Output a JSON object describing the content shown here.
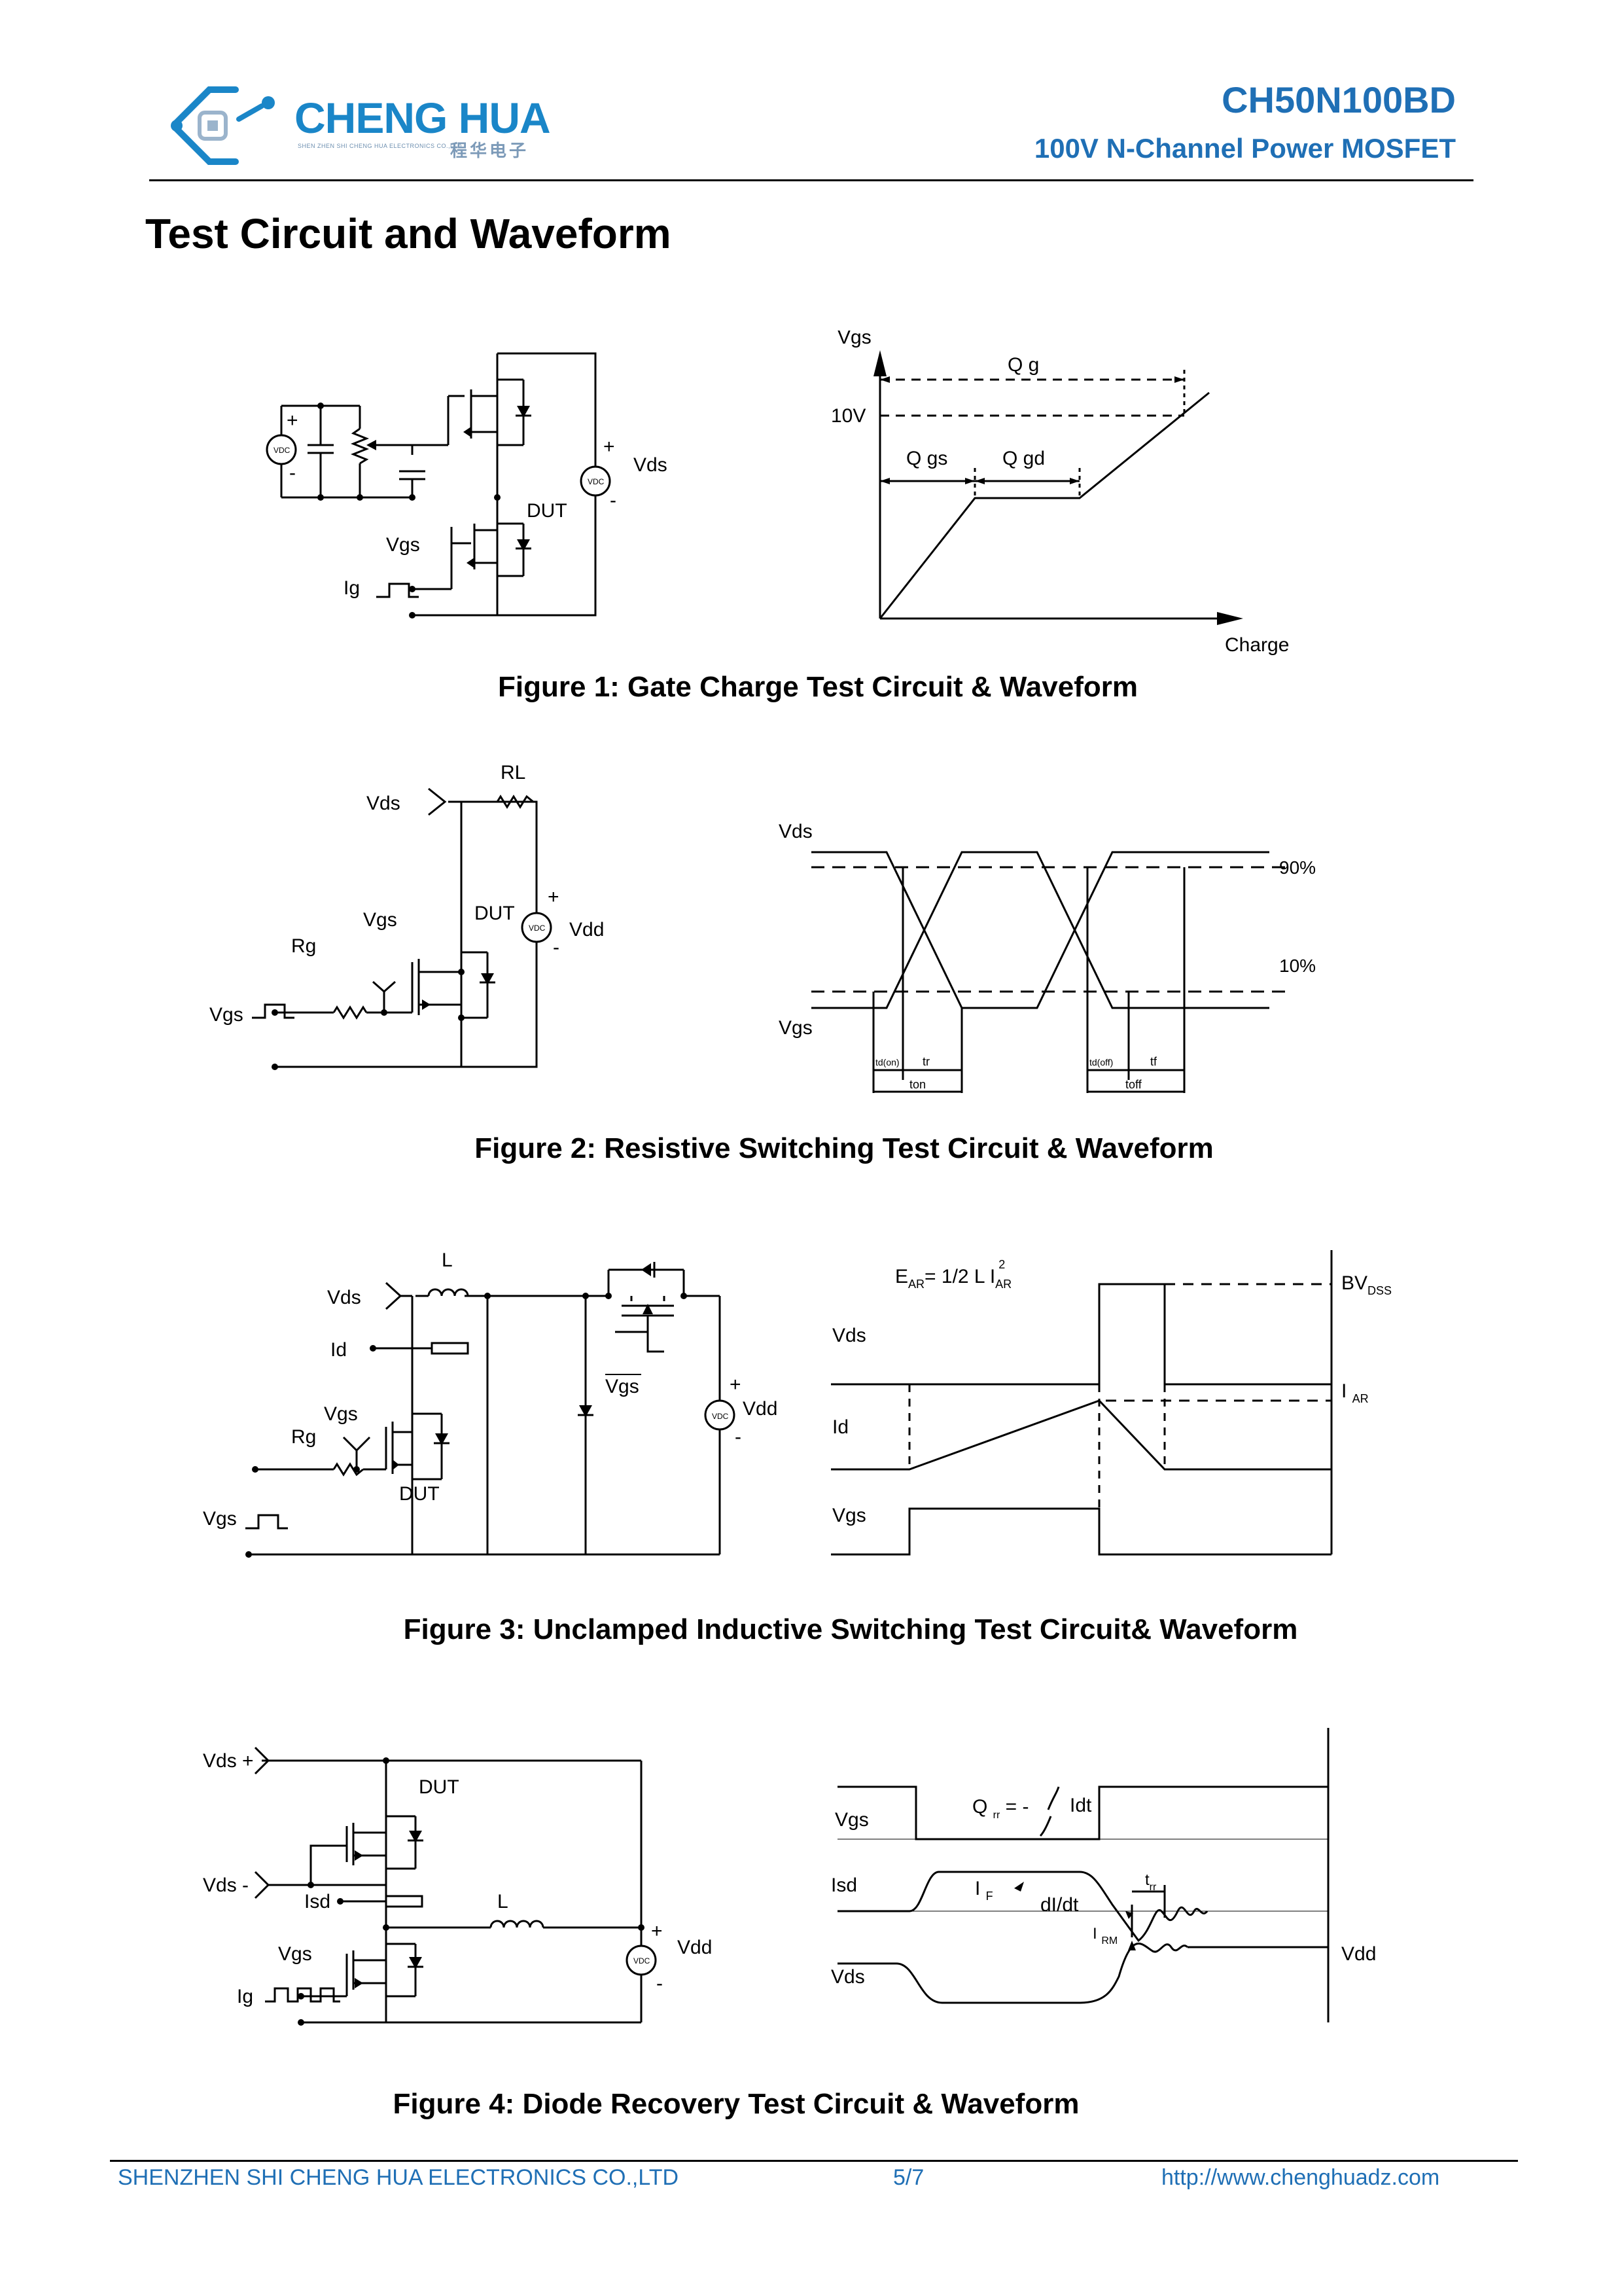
{
  "header": {
    "logo_name": "CHENG HUA",
    "logo_sub": "SHEN ZHEN SHI CHENG HUA ELECTRONICS CO.,LTD",
    "logo_cn": "程华电子",
    "part_number": "CH50N100BD",
    "subtitle": "100V N-Channel Power MOSFET"
  },
  "section_title": "Test Circuit and Waveform",
  "figures": [
    {
      "caption": "Figure 1: Gate Charge Test Circuit & Waveform",
      "circuit_labels": {
        "vdc1": "VDC",
        "vdc2": "VDC",
        "vds": "Vds",
        "dut": "DUT",
        "vgs": "Vgs",
        "ig": "Ig",
        "plus": "+",
        "minus": "-"
      },
      "wave_labels": {
        "vgs": "Vgs",
        "qg": "Q g",
        "v10": "10V",
        "qgs": "Q gs",
        "qgd": "Q gd",
        "charge": "Charge"
      }
    },
    {
      "caption": "Figure 2: Resistive Switching Test Circuit & Waveform",
      "circuit_labels": {
        "rl": "RL",
        "vds": "Vds",
        "vgs": "Vgs",
        "dut": "DUT",
        "vdd": "Vdd",
        "vdc": "VDC",
        "rg": "Rg",
        "vgs_in": "Vgs"
      },
      "wave_labels": {
        "vds": "Vds",
        "p90": "90%",
        "p10": "10%",
        "vgs": "Vgs",
        "tdon": "td(on)",
        "tr": "tr",
        "ton": "ton",
        "tdoff": "td(off)",
        "tf": "tf",
        "toff": "toff"
      }
    },
    {
      "caption": "Figure 3: Unclamped Inductive Switching Test Circuit& Waveform",
      "circuit_labels": {
        "l": "L",
        "vds": "Vds",
        "id": "Id",
        "vgs_bar": "Vgs",
        "vgs": "Vgs",
        "rg": "Rg",
        "dut": "DUT",
        "vdd": "Vdd",
        "vdc": "VDC",
        "vgs_in": "Vgs"
      },
      "wave_labels": {
        "ear": "E AR = 1/2 L I AR 2",
        "bvdss": "BVDSS",
        "vds": "Vds",
        "iar": "I AR",
        "id": "Id",
        "vgs": "Vgs"
      }
    },
    {
      "caption": "Figure 4: Diode Recovery Test Circuit & Waveform",
      "circuit_labels": {
        "vds_plus": "Vds",
        "dut": "DUT",
        "vds_minus": "Vds",
        "isd": "Isd",
        "l": "L",
        "vgs": "Vgs",
        "vdd": "Vdd",
        "vdc": "VDC",
        "ig": "Ig"
      },
      "wave_labels": {
        "qrr": "Q rr = - ∫ Idt",
        "vgs": "Vgs",
        "isd": "Isd",
        "if": "I F",
        "didt": "dI/dt",
        "trr": "trr",
        "irm": "I RM",
        "vds": "Vds",
        "vdd": "Vdd"
      }
    }
  ],
  "footer": {
    "company": "SHENZHEN SHI CHENG HUA ELECTRONICS CO.,LTD",
    "page": "5/7",
    "url": "http://www.chenghuadz.com"
  },
  "colors": {
    "brand_blue": "#1a86c8",
    "header_blue": "#1f6fb5"
  }
}
